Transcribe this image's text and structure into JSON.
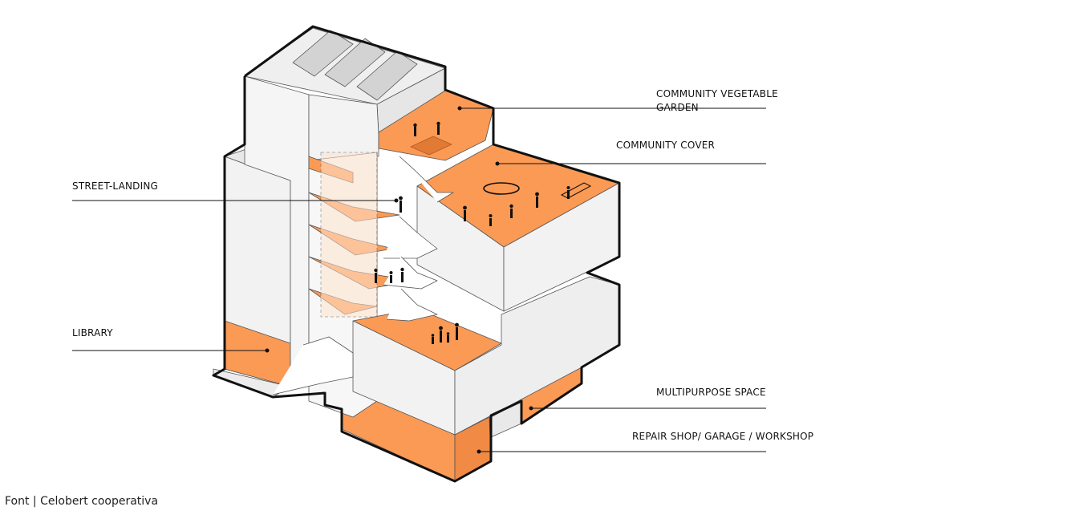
{
  "labels": {
    "vegetable_garden_line1": "COMMUNITY VEGETABLE",
    "vegetable_garden_line2": "GARDEN",
    "community_cover": "COMMUNITY COVER",
    "street_landing": "STREET-LANDING",
    "library": "LIBRARY",
    "multipurpose_space": "MULTIPURPOSE SPACE",
    "repair_shop": "REPAIR SHOP/ GARAGE / WORKSHOP"
  },
  "credit": "Font | Celobert cooperativa",
  "colors": {
    "program_orange": "#fb9a55",
    "wall_light": "#f2f2f2",
    "wall_shade": "#e6e6e6",
    "outline": "#111111",
    "solar_panel": "#d3d3d3"
  }
}
